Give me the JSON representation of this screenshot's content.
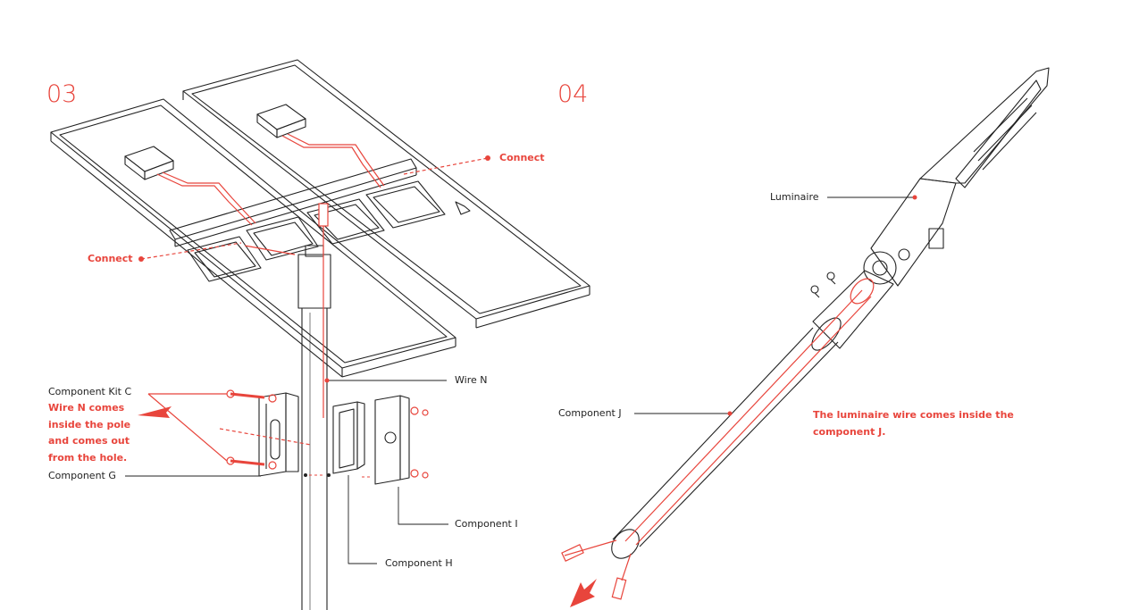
{
  "steps": {
    "left": "03",
    "right": "04"
  },
  "labels": {
    "connect_top": "Connect",
    "connect_left": "Connect",
    "component_kit_c": "Component Kit C",
    "wire_n_note": "Wire N comes inside the pole and comes out from the hole.",
    "component_g": "Component G",
    "wire_n": "Wire N",
    "component_i": "Component I",
    "component_h": "Component H",
    "luminaire": "Luminaire",
    "component_j": "Component J",
    "luminaire_note": "The luminaire wire comes inside the component J."
  },
  "colors": {
    "accent": "#e8453c",
    "line": "#222222",
    "background": "#ffffff"
  }
}
